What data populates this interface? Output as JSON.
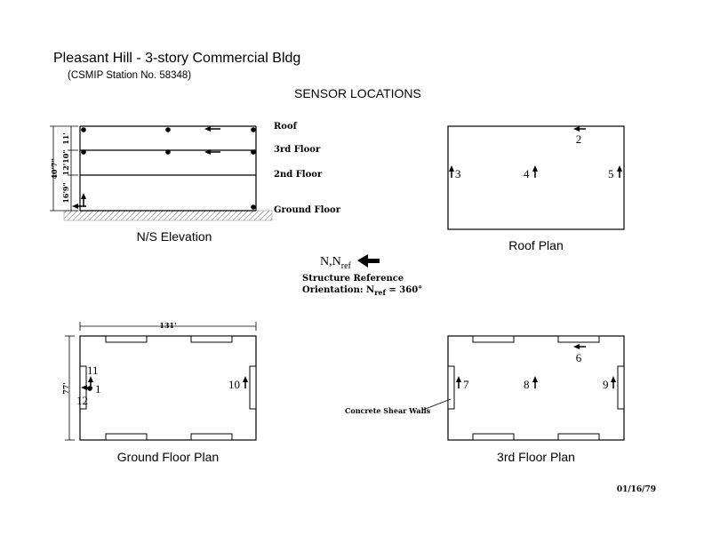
{
  "title": "Pleasant Hill - 3-story Commercial Bldg",
  "station": "(CSMIP Station No. 58348)",
  "heading": "SENSOR LOCATIONS",
  "elevation": {
    "caption": "N/S Elevation",
    "levels": [
      "Roof",
      "3rd Floor",
      "2nd Floor",
      "Ground Floor"
    ],
    "dim_total": "40'7\"",
    "dim_top": "11'",
    "dim_mid": "12'10\"",
    "dim_bottom": "16'9\""
  },
  "roof_plan": {
    "caption": "Roof Plan",
    "sensors": [
      "2",
      "3",
      "4",
      "5"
    ]
  },
  "reference": {
    "n": "N,N",
    "n_sub": "ref",
    "line1": "Structure Reference",
    "line2_prefix": "Orientation: N",
    "line2_sub": "ref",
    "line2_suffix": " = 360°"
  },
  "ground_plan": {
    "caption": "Ground Floor Plan",
    "width": "131'",
    "depth": "77'",
    "sensors": [
      "11",
      "1",
      "12",
      "10"
    ]
  },
  "third_plan": {
    "caption": "3rd Floor Plan",
    "sensors": [
      "6",
      "7",
      "8",
      "9"
    ],
    "wall_label": "Concrete Shear Walls"
  },
  "date": "01/16/79"
}
